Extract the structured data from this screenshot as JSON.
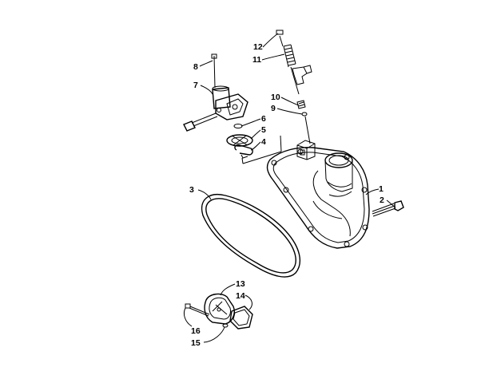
{
  "diagram": {
    "callouts": [
      {
        "number": "1"
      },
      {
        "number": "2"
      },
      {
        "number": "3"
      },
      {
        "number": "4"
      },
      {
        "number": "5"
      },
      {
        "number": "6"
      },
      {
        "number": "7"
      },
      {
        "number": "8"
      },
      {
        "number": "9"
      },
      {
        "number": "10"
      },
      {
        "number": "11"
      },
      {
        "number": "12"
      },
      {
        "number": "13"
      },
      {
        "number": "14"
      },
      {
        "number": "15"
      },
      {
        "number": "16"
      }
    ]
  }
}
